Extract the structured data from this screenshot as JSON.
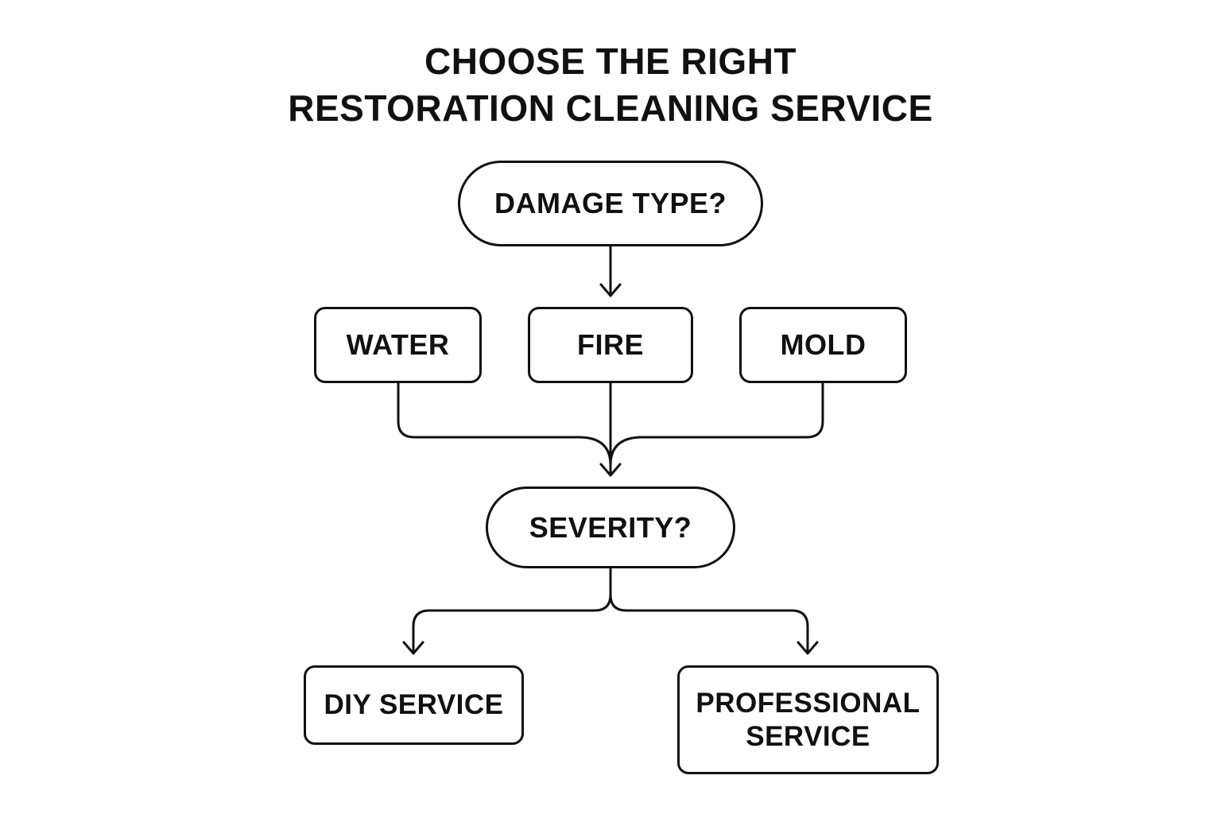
{
  "title": {
    "line1": "CHOOSE THE RIGHT",
    "line2": "RESTORATION CLEANING SERVICE"
  },
  "nodes": {
    "damage_type": "DAMAGE TYPE?",
    "water": "WATER",
    "fire": "FIRE",
    "mold": "MOLD",
    "severity": "SEVERITY?",
    "diy": "DIY SERVICE",
    "professional_line1": "PROFESSIONAL",
    "professional_line2": "SERVICE"
  },
  "colors": {
    "stroke": "#111111",
    "background": "#ffffff"
  }
}
